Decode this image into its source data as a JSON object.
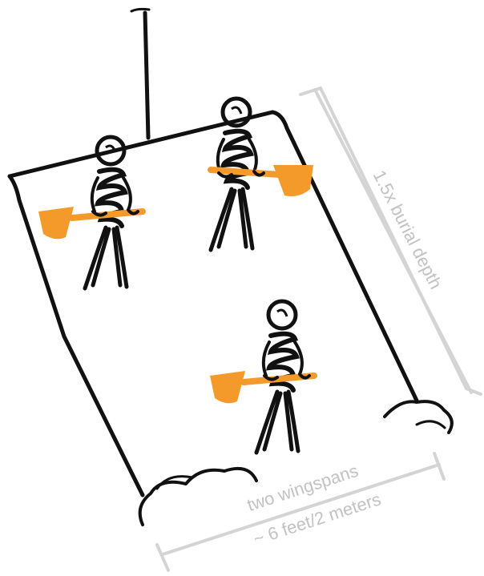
{
  "labels": {
    "depth": "1.5x burial depth",
    "width_line1": "two wingspans",
    "width_line2": "~ 6 feet/2 meters"
  },
  "figures": [
    {
      "name": "digger-left",
      "shovel_side": "left"
    },
    {
      "name": "digger-right",
      "shovel_side": "right"
    },
    {
      "name": "digger-bottom",
      "shovel_side": "left"
    }
  ],
  "colors": {
    "ink": "#111111",
    "shovel": "#f39a2b",
    "dimension": "#d4d4d4",
    "dimension_text": "#c2c2c2"
  },
  "icons": [
    "probe-pole-icon",
    "shoveler-icon",
    "shovel-icon",
    "snow-pile-icon"
  ]
}
